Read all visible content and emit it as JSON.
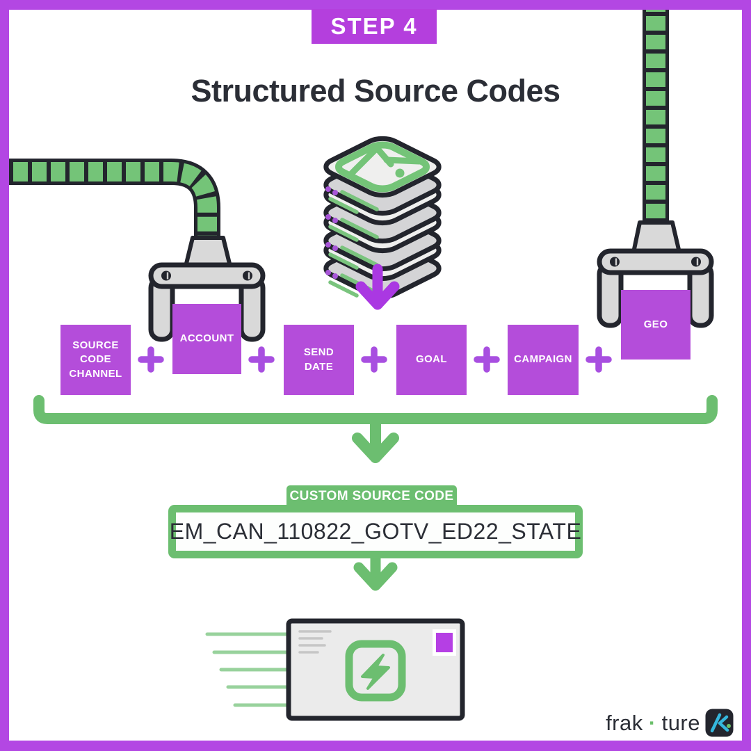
{
  "badge": {
    "label": "STEP 4"
  },
  "title": "Structured Source Codes",
  "formula": {
    "boxes": [
      {
        "label": "SOURCE\nCODE\nCHANNEL"
      },
      {
        "label": "ACCOUNT"
      },
      {
        "label": "SEND\nDATE"
      },
      {
        "label": "GOAL"
      },
      {
        "label": "CAMPAIGN"
      },
      {
        "label": "GEO"
      }
    ],
    "operator": "+"
  },
  "custom_code": {
    "tab_label": "CUSTOM SOURCE CODE",
    "value": "EM_CAN_110822_GOTV_ED22_STATE"
  },
  "brand": {
    "word_start": "frak",
    "separator_dot": "·",
    "word_end": "ture"
  },
  "icons": {
    "plus-icon": "+",
    "down-arrow-icon": "↓",
    "lightning-icon": "⚡",
    "envelope-icon": "✉",
    "server-stack-icon": "🗄",
    "robot-claw-icon": "🦾"
  },
  "colors": {
    "frame_purple": "#b347e3",
    "badge_purple": "#b43fdd",
    "box_purple": "#b44dda",
    "arrow_purple": "#aa38e2",
    "green": "#6cbe70",
    "green_tube": "#74c478",
    "green_light": "#98d29c",
    "outline_dark": "#23252d",
    "text_dark": "#2b2e36",
    "server_gray": "#efefee"
  }
}
